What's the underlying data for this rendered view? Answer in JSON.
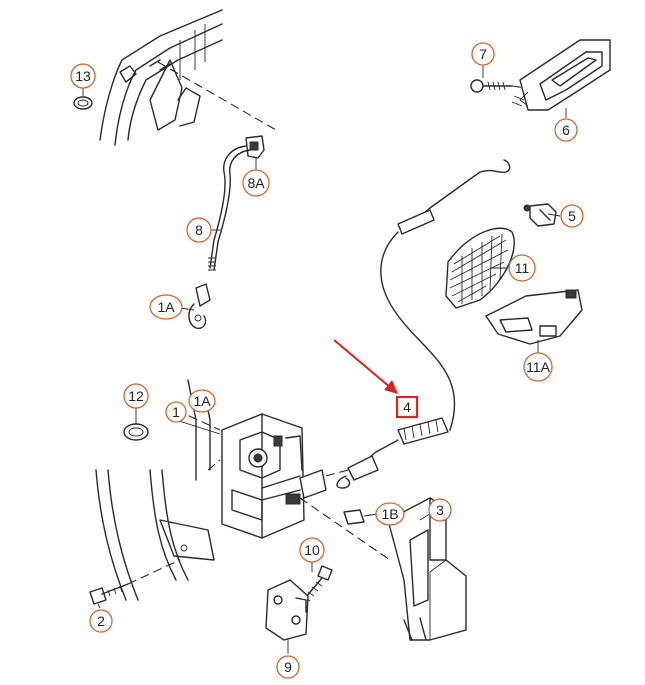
{
  "diagram": {
    "callouts": {
      "c13": "13",
      "c7": "7",
      "c6": "6",
      "c8A": "8A",
      "c5": "5",
      "c8": "8",
      "c11": "11",
      "c1A_top": "1A",
      "c11A": "11A",
      "c12": "12",
      "c1": "1",
      "c1A_mid": "1A",
      "c4": "4",
      "c3": "3",
      "c1B": "1B",
      "c10": "10",
      "c2": "2",
      "c9": "9"
    },
    "colors": {
      "callout_ring": "#d7642a",
      "highlight": "#e0221c",
      "line": "#2a2a2a"
    }
  }
}
